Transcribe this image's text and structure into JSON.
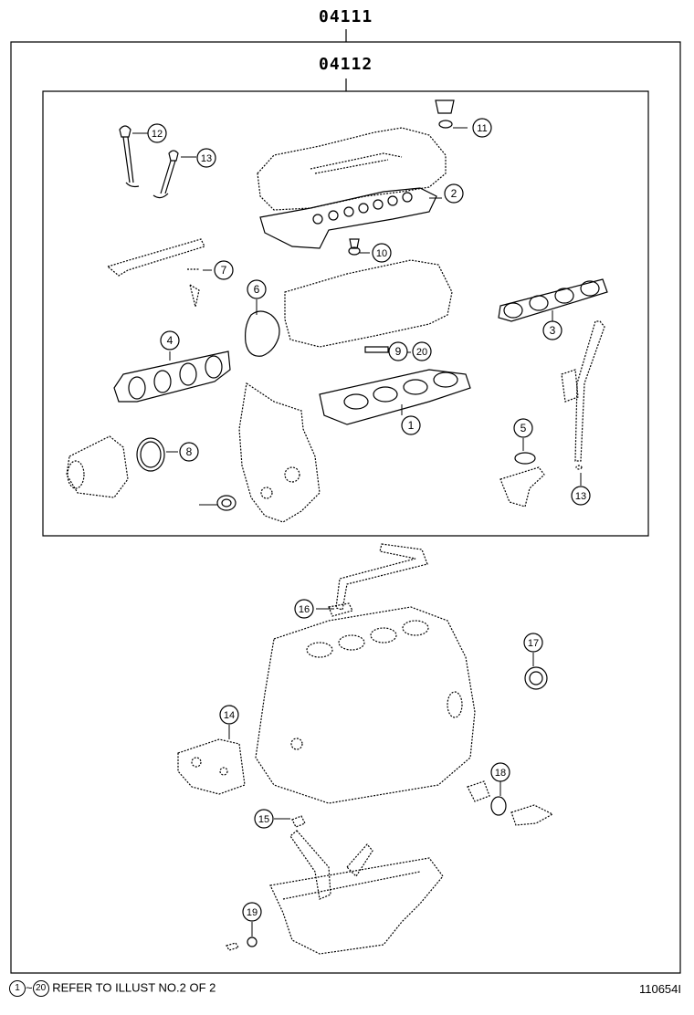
{
  "outer_code": "04111",
  "inner_code": "04112",
  "footer": {
    "range_start": "1",
    "range_sep": "~",
    "range_end": "20",
    "note": "REFER TO ILLUST NO.2 OF 2"
  },
  "diagram_id": "110654I",
  "callouts": [
    {
      "num": "1"
    },
    {
      "num": "2"
    },
    {
      "num": "3"
    },
    {
      "num": "4"
    },
    {
      "num": "5"
    },
    {
      "num": "6"
    },
    {
      "num": "7"
    },
    {
      "num": "8"
    },
    {
      "num": "9"
    },
    {
      "num": "10"
    },
    {
      "num": "11"
    },
    {
      "num": "12"
    },
    {
      "num": "13"
    },
    {
      "num": "13"
    },
    {
      "num": "14"
    },
    {
      "num": "15"
    },
    {
      "num": "16"
    },
    {
      "num": "17"
    },
    {
      "num": "18"
    },
    {
      "num": "19"
    },
    {
      "num": "20"
    }
  ]
}
